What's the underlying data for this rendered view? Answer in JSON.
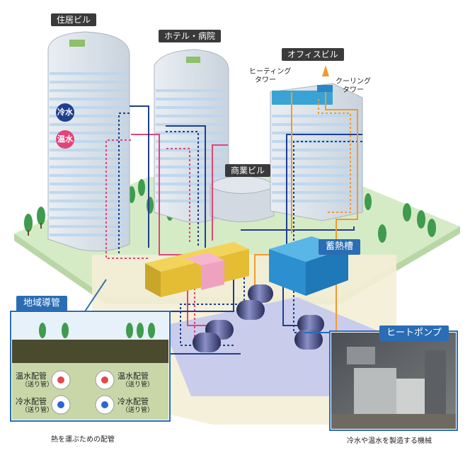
{
  "labels": {
    "residential": "住居ビル",
    "hotel": "ホテル・病院",
    "commercial": "商業ビル",
    "office": "オフィスビル",
    "heating_tower": [
      "ヒーティング",
      "タワー"
    ],
    "cooling_tower": [
      "クーリング",
      "タワー"
    ],
    "storage": "蓄熱槽",
    "district_pipe": "地域導管",
    "heat_pump": "ヒートポンプ",
    "cold_water": "冷水",
    "hot_water": "温水"
  },
  "pipe_panel": {
    "hot_left": "温水配管",
    "hot_left_sub": "（送り管）",
    "hot_right": "温水配管",
    "hot_right_sub": "（送り管）",
    "cold_left": "冷水配管",
    "cold_left_sub": "（送り管）",
    "cold_right": "冷水配管",
    "cold_right_sub": "（送り管）",
    "caption": "熱を運ぶための配管"
  },
  "photo": {
    "caption": "冷水や温水を製造する機械"
  },
  "colors": {
    "cold": "#1f3f8f",
    "hot": "#e0457a",
    "tower_orange": "#f29a2e",
    "ground": "#cfe6c0",
    "tag_bg": "#3a3a3a",
    "accent_blue": "#2a6db5"
  }
}
